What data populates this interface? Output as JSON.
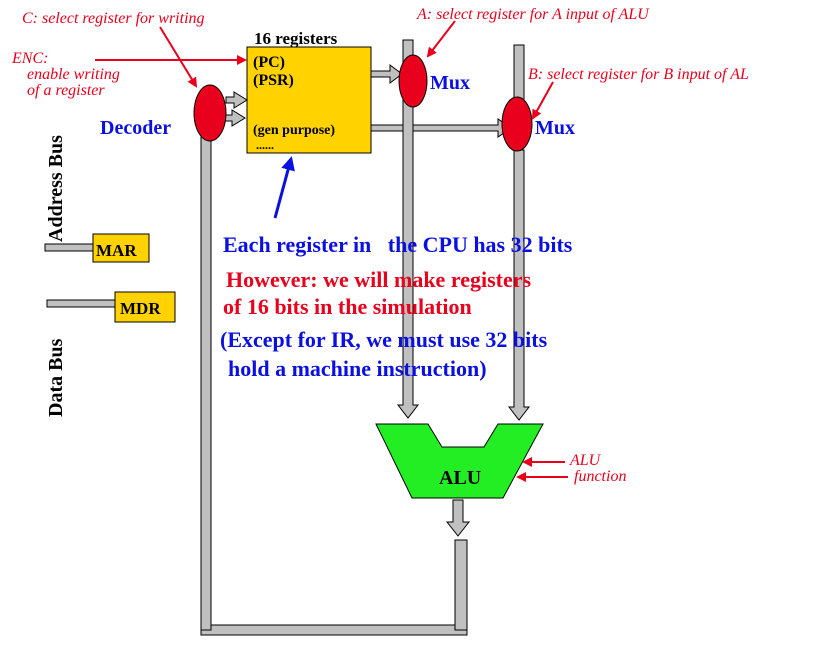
{
  "colors": {
    "red": "#e8001c",
    "blue": "#0a10e0",
    "yellow": "#ffd200",
    "green": "#23ee23",
    "pipe": "#c0c0c0",
    "black": "#000000"
  },
  "annotations": {
    "c_select": "C: select register for writing",
    "a_select": "A: select register for A input of ALU",
    "b_select": "B: select register for B input of AL",
    "enc_line1": "ENC:",
    "enc_line2": "enable writing",
    "enc_line3": "of a register",
    "alu_function_line1": "ALU",
    "alu_function_line2": "function"
  },
  "register_file": {
    "title": "16 registers",
    "pc": "(PC)",
    "psr": "(PSR)",
    "gen_purpose": "(gen purpose)",
    "dots": "......"
  },
  "labels": {
    "decoder": "Decoder",
    "mux_a": "Mux",
    "mux_b": "Mux",
    "alu": "ALU",
    "mar": "MAR",
    "mdr": "MDR",
    "address_bus": "Address Bus",
    "data_bus": "Data Bus"
  },
  "notes": {
    "line1": "Each register in   the CPU has 32 bits",
    "line2": "However: we will make registers",
    "line3": "of 16 bits in the simulation",
    "line4": "(Except for IR, we must use 32 bits",
    "line5": "hold a machine instruction)"
  }
}
